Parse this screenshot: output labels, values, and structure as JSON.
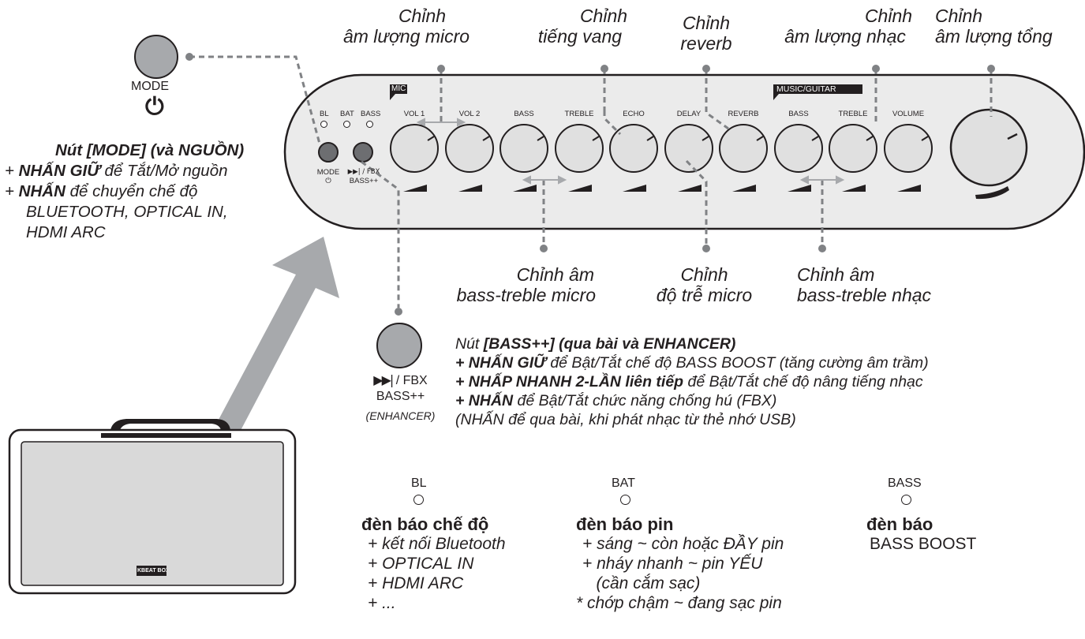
{
  "top_callouts": [
    {
      "line1": "Chỉnh",
      "line2": "âm lượng micro"
    },
    {
      "line1": "Chỉnh",
      "line2": "tiếng vang"
    },
    {
      "line1": "Chỉnh",
      "line2": "reverb"
    },
    {
      "line1": "Chỉnh",
      "line2": "âm lượng nhạc"
    },
    {
      "line1": "Chỉnh",
      "line2": "âm lượng tổng"
    }
  ],
  "bottom_callouts": [
    {
      "line1": "Chỉnh âm",
      "line2": "bass-treble micro"
    },
    {
      "line1": "Chỉnh",
      "line2": "độ trễ micro"
    },
    {
      "line1": "Chỉnh âm",
      "line2": "bass-treble nhạc"
    }
  ],
  "mode_button": {
    "label": "MODE",
    "power_symbol": "⏻",
    "title": "Nút [MODE] (và NGUỒN)",
    "line1_bold": "NHẤN GIỮ",
    "line1_rest": " để Tắt/Mở nguồn",
    "line2_bold": "NHẤN",
    "line2_rest": " để chuyển chế độ",
    "line3": "BLUETOOTH, OPTICAL IN,",
    "line4": "HDMI ARC"
  },
  "bass_button": {
    "skip_symbol": "▶▶|",
    "label1": " / FBX",
    "label2": "BASS++",
    "label3": "(ENHANCER)",
    "title_pre": "Nút ",
    "title_bold": "[BASS++] (qua bài và ENHANCER)",
    "lines": [
      {
        "bold": "+ NHẤN GIỮ",
        "rest": " để Bật/Tắt chế độ BASS BOOST (tăng cường âm trầm)"
      },
      {
        "bold": "+ NHẤP NHANH 2-LẦN liên tiếp",
        "rest": " để Bật/Tắt chế độ nâng tiếng nhạc"
      },
      {
        "bold": "+ NHẤN",
        "rest": " để Bật/Tắt chức năng chống hú (FBX)"
      },
      {
        "bold": "",
        "rest": "(NHẤN để qua bài, khi phát nhạc từ thẻ nhớ USB)"
      }
    ]
  },
  "panel": {
    "mic_tag": "MIC",
    "music_tag": "MUSIC/GUITAR",
    "led_labels": [
      "BL",
      "BAT",
      "BASS"
    ],
    "mode_label": "MODE",
    "mode_power": "⏻",
    "fbx_label": "▶▶| / FBX",
    "bass_label": "BASS++",
    "knob_labels": [
      "VOL 1",
      "VOL 2",
      "BASS",
      "TREBLE",
      "ECHO",
      "DELAY",
      "REVERB",
      "BASS",
      "TREBLE",
      "VOLUME"
    ]
  },
  "leds": [
    {
      "name": "BL",
      "heading": "đèn báo chế độ",
      "items": [
        "+ kết nối Bluetooth",
        "+ OPTICAL IN",
        "+ HDMI ARC",
        "+ ..."
      ]
    },
    {
      "name": "BAT",
      "heading": "đèn báo pin",
      "items": [
        "+ sáng ~ còn hoặc ĐẦY pin",
        "+ nháy nhanh ~ pin YẾU",
        "   (cần cắm sạc)",
        "* chớp chậm ~ đang sạc pin"
      ]
    },
    {
      "name": "BASS",
      "heading": "đèn báo",
      "items": [
        "BASS BOOST"
      ]
    }
  ],
  "speaker": {
    "logo_text": "KBEAT BOX"
  }
}
